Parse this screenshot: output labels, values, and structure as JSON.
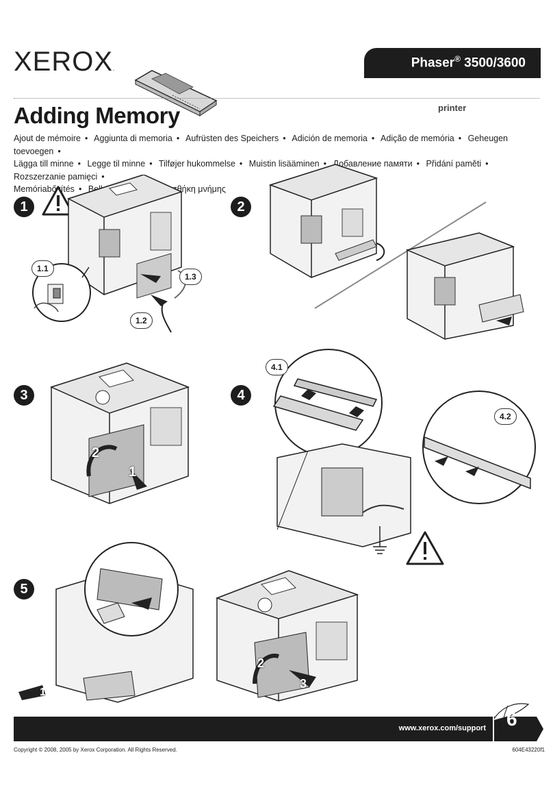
{
  "header": {
    "logo_text": "XEROX",
    "logo_mark": ".",
    "product": "Phaser",
    "product_reg": "®",
    "product_models": " 3500/3600",
    "title": "Adding Memory",
    "subtitle": "printer"
  },
  "translations": [
    "Ajout de mémoire",
    "Aggiunta di memoria",
    "Aufrüsten des Speichers",
    "Adición de memoria",
    "Adição de memória",
    "Geheugen toevoegen",
    "Lägga till minne",
    "Legge til minne",
    "Tilføjer hukommelse",
    "Muistin lisääminen",
    "Добавление памяти",
    "Přidání paměti",
    "Rozszerzanie pamięci",
    "Memóriabővítés",
    "Bellek Ekleme",
    "Προσθήκη μνήμης"
  ],
  "steps": {
    "s1": "1",
    "s1_1": "1.1",
    "s1_2": "1.2",
    "s1_3": "1.3",
    "s2": "2",
    "s3": "3",
    "s3_a": "1",
    "s3_b": "2",
    "s4": "4",
    "s4_1": "4.1",
    "s4_2": "4.2",
    "s5": "5",
    "s5_a": "1",
    "s5_b": "2",
    "s5_c": "3"
  },
  "footer": {
    "url": "www.xerox.com/support",
    "page": "6",
    "copyright": "Copyright © 2008, 2005 by Xerox Corporation.  All Rights Reserved.",
    "docnum": "604E43220f1"
  },
  "icons": [
    "warning-icon",
    "ground-icon",
    "arrow-icon"
  ]
}
